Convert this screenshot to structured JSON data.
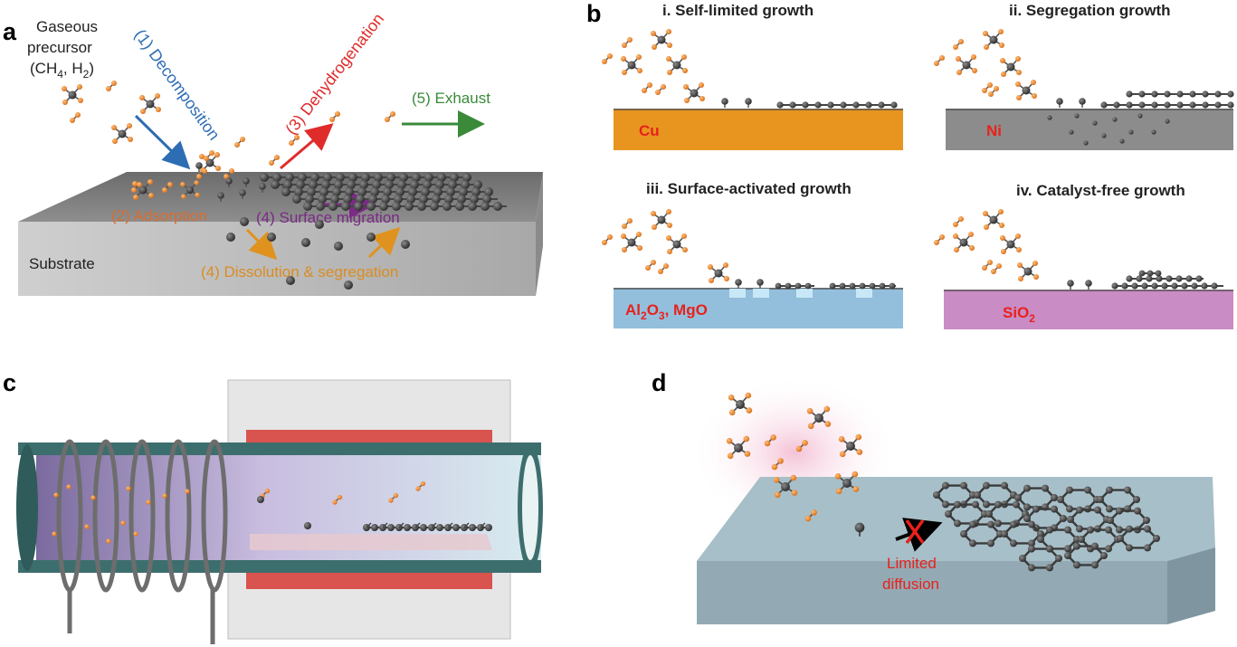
{
  "panels": {
    "a": "a",
    "b": "b",
    "c": "c",
    "d": "d"
  },
  "panel_a": {
    "precursor_line1": "Gaseous",
    "precursor_line2": "precursor",
    "precursor_line3_pre": "(CH",
    "precursor_sub1": "4",
    "precursor_mid": ", H",
    "precursor_sub2": "2",
    "precursor_end": ")",
    "step1": "(1) Decomposition",
    "step2": "(2) Adsorption",
    "step3": "(3) Dehydrogenation",
    "step4a": "(4) Surface migration",
    "step4b": "(4) Dissolution & segregation",
    "step5": "(5) Exhaust",
    "substrate": "Substrate",
    "colors": {
      "step1": "#2d6db3",
      "step2": "#d96b2e",
      "step3": "#e02b2b",
      "step4a": "#7b2a86",
      "step4b": "#d98d22",
      "step5": "#3a8a3a"
    }
  },
  "panel_b": {
    "titles": [
      "i. Self-limited growth",
      "ii. Segregation growth",
      "iii. Surface-activated growth",
      "iv. Catalyst-free growth"
    ],
    "substrates": {
      "cu": "Cu",
      "ni": "Ni",
      "al_pre": "Al",
      "al_sub1": "2",
      "al_mid": "O",
      "al_sub2": "3",
      "al_end": ", MgO",
      "si_pre": "SiO",
      "si_sub": "2"
    },
    "colors": {
      "cu": "#e8951f",
      "ni": "#8c8c8c",
      "al": "#93bfdc",
      "si": "#c98cc4"
    }
  },
  "panel_d": {
    "label_line1": "Limited",
    "label_line2": "diffusion",
    "label_color": "#e8211c"
  }
}
